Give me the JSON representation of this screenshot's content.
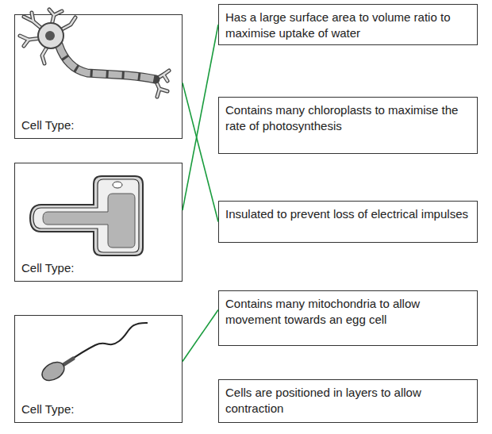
{
  "diagram": {
    "nodes": [
      {
        "text": [
          "Cell Type:"
        ]
      },
      {
        "text": [
          "Cell Type:"
        ]
      },
      {
        "text": [
          "Cell Type:"
        ]
      },
      {
        "text": [
          "Has a large surface area to volume ratio to maximise uptake of water"
        ]
      },
      {
        "text": [
          "Contains many chloroplasts to maximise the rate of photosynthesis"
        ]
      },
      {
        "text": [
          "Insulated to prevent loss of electrical impulses"
        ]
      },
      {
        "text": [
          "Contains many mitochondria to allow movement towards an egg cell"
        ]
      },
      {
        "text": [
          "Cells are positioned in layers to allow contraction"
        ]
      }
    ],
    "edges": [
      {
        "from": 0,
        "to": 5,
        "arrow": "none"
      },
      {
        "from": 1,
        "to": 3,
        "arrow": "none"
      },
      {
        "from": 2,
        "to": 6,
        "arrow": "none"
      }
    ]
  }
}
